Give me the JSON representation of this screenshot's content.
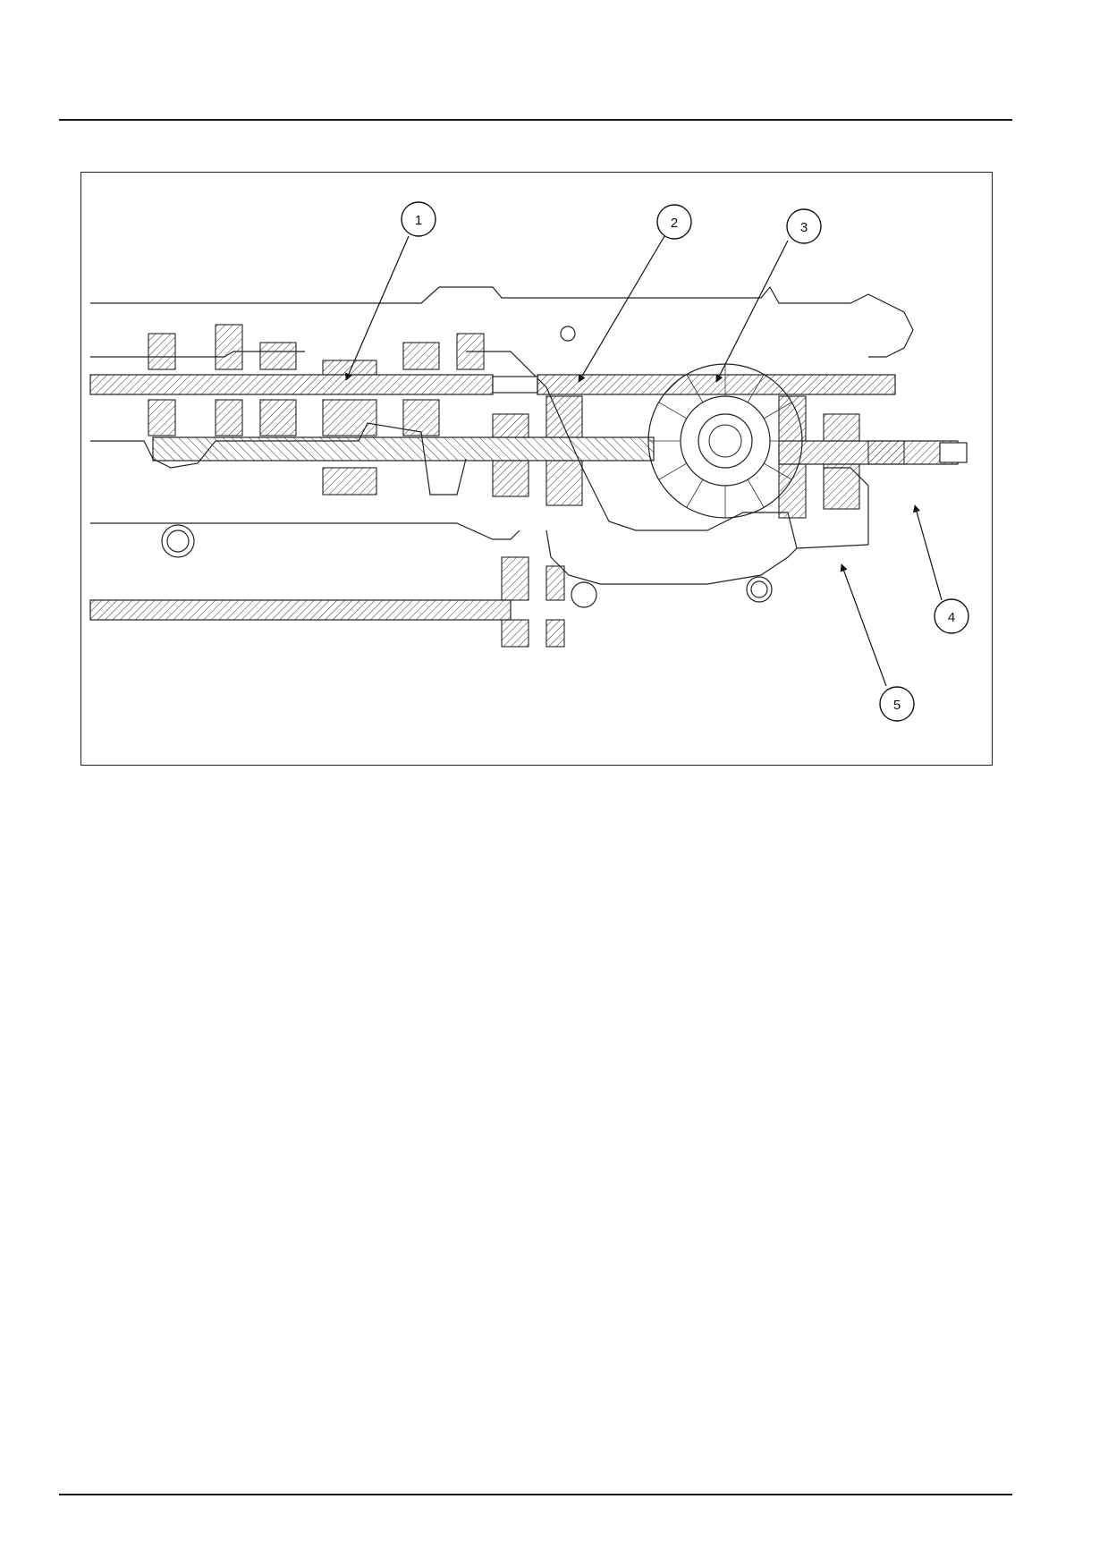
{
  "figure": {
    "callouts": [
      {
        "id": 1,
        "label": "1"
      },
      {
        "id": 2,
        "label": "2"
      },
      {
        "id": 3,
        "label": "3"
      },
      {
        "id": 4,
        "label": "4"
      },
      {
        "id": 5,
        "label": "5"
      }
    ]
  },
  "colors": {
    "line": "#222222",
    "background": "#ffffff"
  }
}
